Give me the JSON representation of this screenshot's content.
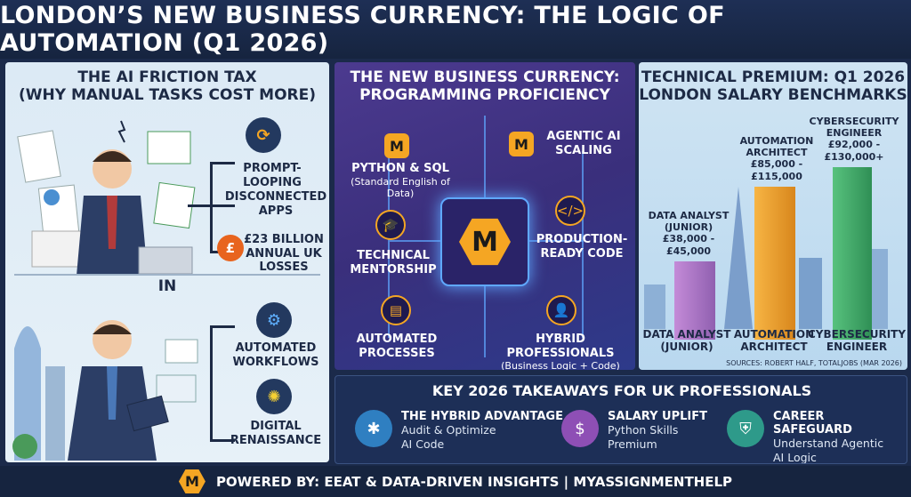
{
  "header": {
    "title": "LONDON’S NEW BUSINESS CURRENCY: THE LOGIC OF AUTOMATION (Q1 2026)"
  },
  "left_panel": {
    "title_line1": "THE AI FRICTION TAX",
    "title_line2": "(WHY MANUAL TASKS COST MORE)",
    "items": [
      {
        "label": "PROMPT-LOOPING",
        "icon": "refresh-icon"
      },
      {
        "label_line1": "DISCONNECTED",
        "label_line2": "APPS"
      },
      {
        "label_line1": "£23 BILLION",
        "label_line2": "ANNUAL UK",
        "label_line3": "LOSSES",
        "icon": "money-bag-icon",
        "icon_glyph": "£"
      }
    ],
    "divider": "IN",
    "items_after": [
      {
        "label_line1": "AUTOMATED",
        "label_line2": "WORKFLOWS",
        "icon": "gear-icon"
      },
      {
        "label_line1": "DIGITAL",
        "label_line2": "RENAISSANCE",
        "icon": "lightbulb-icon"
      }
    ]
  },
  "mid_panel": {
    "title_line1": "THE NEW BUSINESS CURRENCY:",
    "title_line2": "PROGRAMMING PROFICIENCY",
    "logo_letter": "M",
    "nodes": [
      {
        "label": "PYTHON & SQL",
        "sub": "(Standard English of Data)"
      },
      {
        "label_line1": "AGENTIC AI",
        "label_line2": "SCALING"
      },
      {
        "label_line1": "TECHNICAL",
        "label_line2": "MENTORSHIP"
      },
      {
        "label_line1": "PRODUCTION-",
        "label_line2": "READY CODE"
      },
      {
        "label_line1": "AUTOMATED",
        "label_line2": "PROCESSES"
      },
      {
        "label": "HYBRID PROFESSIONALS",
        "sub": "(Business Logic + Code)"
      }
    ]
  },
  "right_panel": {
    "title_line1": "TECHNICAL PREMIUM: Q1 2026",
    "title_line2": "LONDON SALARY BENCHMARKS",
    "bars": [
      {
        "role_line1": "DATA ANALYST",
        "role_line2": "(JUNIOR)",
        "range_line1": "£38,000 -",
        "range_line2": "£45,000",
        "axis_line1": "DATA ANALYST",
        "axis_line2": "(JUNIOR)",
        "color": "#b07cc6"
      },
      {
        "role_line1": "AUTOMATION",
        "role_line2": "ARCHITECT",
        "range_line1": "£85,000 -",
        "range_line2": "£115,000",
        "axis_line1": "AUTOMATION",
        "axis_line2": "ARCHITECT",
        "color": "#f0a030"
      },
      {
        "role_line1": "CYBERSECURITY",
        "role_line2": "ENGINEER",
        "range_line1": "£92,000 -",
        "range_line2": "£130,000+",
        "axis_line1": "CYBERSECURITY",
        "axis_line2": "ENGINEER",
        "color": "#3fae6a"
      }
    ],
    "sources": "SOURCES: ROBERT HALF, TOTALJOBS (MAR 2026)"
  },
  "bottom_panel": {
    "title": "KEY 2026 TAKEAWAYS FOR UK PROFESSIONALS",
    "takeaways": [
      {
        "head": "THE HYBRID ADVANTAGE",
        "body_line1": "Audit & Optimize",
        "body_line2": "AI Code",
        "icon": "brain-icon",
        "color": "#2f7fc1"
      },
      {
        "head": "SALARY UPLIFT",
        "body_line1": "Python Skills",
        "body_line2": "Premium",
        "icon": "coin-icon",
        "color": "#8e4fb5",
        "icon_glyph": "$"
      },
      {
        "head": "CAREER SAFEGUARD",
        "body_line1": "Understand Agentic",
        "body_line2": "AI Logic",
        "icon": "shield-icon",
        "color": "#2e9a8a"
      }
    ]
  },
  "footer": {
    "logo_letter": "M",
    "text": "POWERED BY: EEAT & DATA-DRIVEN INSIGHTS | MYASSIGNMENTHELP"
  }
}
